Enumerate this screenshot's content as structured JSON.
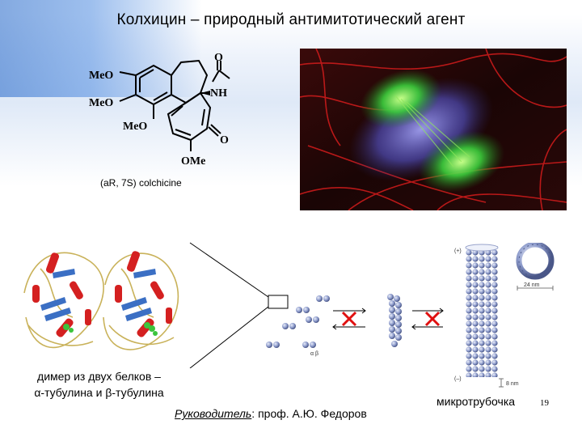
{
  "slide": {
    "title": "Колхицин – природный антимитотический агент",
    "page_number": "19"
  },
  "structure": {
    "labels": {
      "meo1": "MeO",
      "meo2": "MeO",
      "meo3": "MeO",
      "o_top": "O",
      "nh": "NH",
      "o_ring": "O",
      "ome": "OMe"
    },
    "caption": "(aR, 7S) colchicine"
  },
  "dimer_caption": {
    "line1": "димер из двух белков –",
    "line2": "α-тубулина и β-тубулина"
  },
  "scheme": {
    "alpha_beta": "α  β"
  },
  "tube": {
    "minus_top": "(+)",
    "minus_bottom": "(–)",
    "width_label": "24 nm",
    "height_label": "8 nm"
  },
  "microtubule_caption": "микротрубочка",
  "supervisor": {
    "label": "Руководитель",
    "name": ": проф. А.Ю. Федоров"
  },
  "colors": {
    "band_blue": "#1f64c8",
    "helix_red": "#d42020",
    "sheet_blue": "#3b6fc4",
    "cross_red": "#e01010",
    "bead_blue": "#7f8fbf"
  }
}
